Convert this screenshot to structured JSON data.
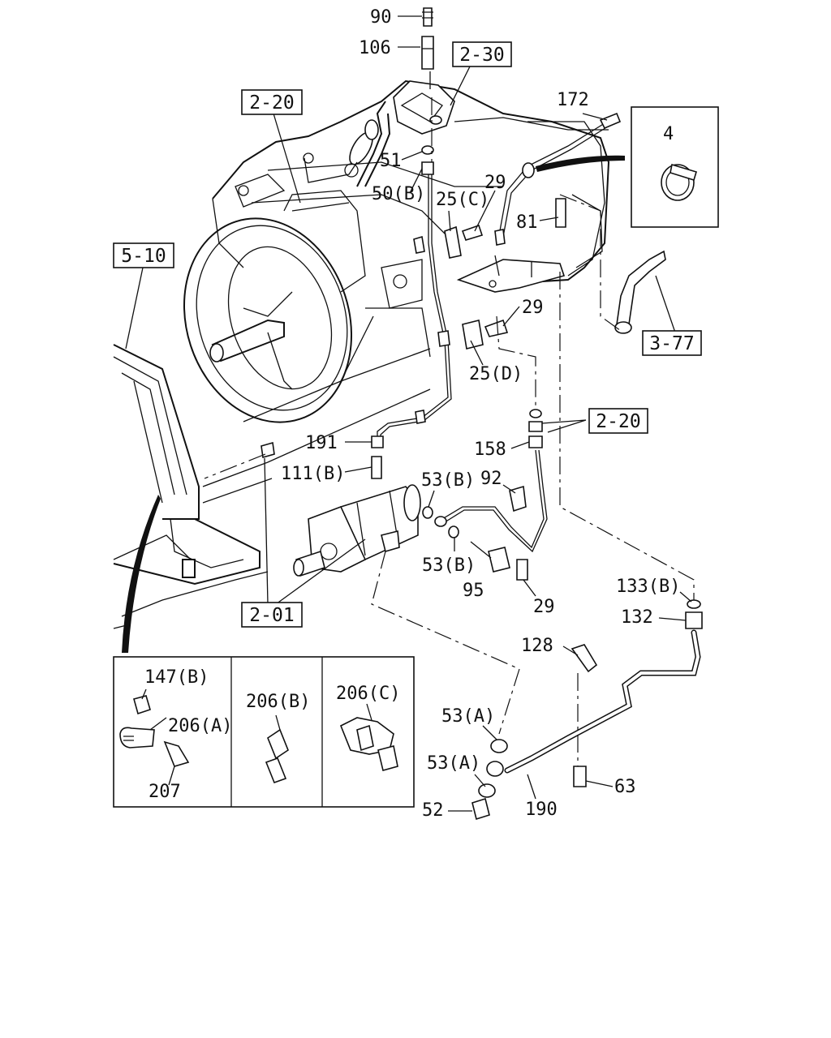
{
  "callouts": [
    {
      "id": "c90",
      "text": "90"
    },
    {
      "id": "c106",
      "text": "106"
    },
    {
      "id": "c2_30",
      "text": "2-30"
    },
    {
      "id": "c2_20a",
      "text": "2-20"
    },
    {
      "id": "c172",
      "text": "172"
    },
    {
      "id": "c4",
      "text": "4"
    },
    {
      "id": "c51",
      "text": "51"
    },
    {
      "id": "c50b",
      "text": "50(B)"
    },
    {
      "id": "c25c",
      "text": "25(C)"
    },
    {
      "id": "c29a",
      "text": "29"
    },
    {
      "id": "c81",
      "text": "81"
    },
    {
      "id": "c5_10",
      "text": "5-10"
    },
    {
      "id": "c29b",
      "text": "29"
    },
    {
      "id": "c3_77",
      "text": "3-77"
    },
    {
      "id": "c25d",
      "text": "25(D)"
    },
    {
      "id": "c2_20b",
      "text": "2-20"
    },
    {
      "id": "c191",
      "text": "191"
    },
    {
      "id": "c158",
      "text": "158"
    },
    {
      "id": "c111b",
      "text": "111(B)"
    },
    {
      "id": "c53b1",
      "text": "53(B)"
    },
    {
      "id": "c92",
      "text": "92"
    },
    {
      "id": "c53b2",
      "text": "53(B)"
    },
    {
      "id": "c95",
      "text": "95"
    },
    {
      "id": "c29c",
      "text": "29"
    },
    {
      "id": "c133b",
      "text": "133(B)"
    },
    {
      "id": "c132",
      "text": "132"
    },
    {
      "id": "c2_01",
      "text": "2-01"
    },
    {
      "id": "c128",
      "text": "128"
    },
    {
      "id": "c147b",
      "text": "147(B)"
    },
    {
      "id": "c206a",
      "text": "206(A)"
    },
    {
      "id": "c207",
      "text": "207"
    },
    {
      "id": "c206b",
      "text": "206(B)"
    },
    {
      "id": "c206c",
      "text": "206(C)"
    },
    {
      "id": "c53a1",
      "text": "53(A)"
    },
    {
      "id": "c53a2",
      "text": "53(A)"
    },
    {
      "id": "c52",
      "text": "52"
    },
    {
      "id": "c190",
      "text": "190"
    },
    {
      "id": "c63",
      "text": "63"
    }
  ]
}
